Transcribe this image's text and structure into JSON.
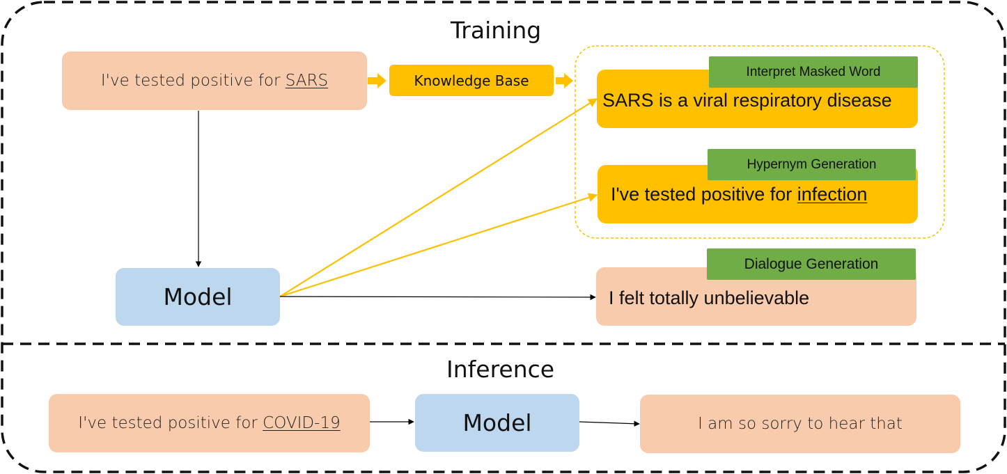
{
  "training": {
    "title": "Training",
    "input": {
      "prefix": "I've tested positive for ",
      "keyword": "SARS"
    },
    "knowledge_base": "Knowledge Base",
    "model": "Model",
    "outputs": [
      {
        "tag": "Interpret Masked Word",
        "text": "SARS is a viral respiratory disease"
      },
      {
        "tag": "Hypernym Generation",
        "prefix": "I've tested positive for ",
        "keyword": "infection"
      },
      {
        "tag": "Dialogue Generation",
        "text": "I felt totally unbelievable"
      }
    ]
  },
  "inference": {
    "title": "Inference",
    "input": {
      "prefix": "I've tested positive for ",
      "keyword": "COVID-19"
    },
    "model": "Model",
    "output": "I am so sorry to hear that"
  },
  "colors": {
    "peach": "#f8cbad",
    "blue": "#bdd7ee",
    "gold": "#ffc000",
    "green": "#70ad47"
  }
}
